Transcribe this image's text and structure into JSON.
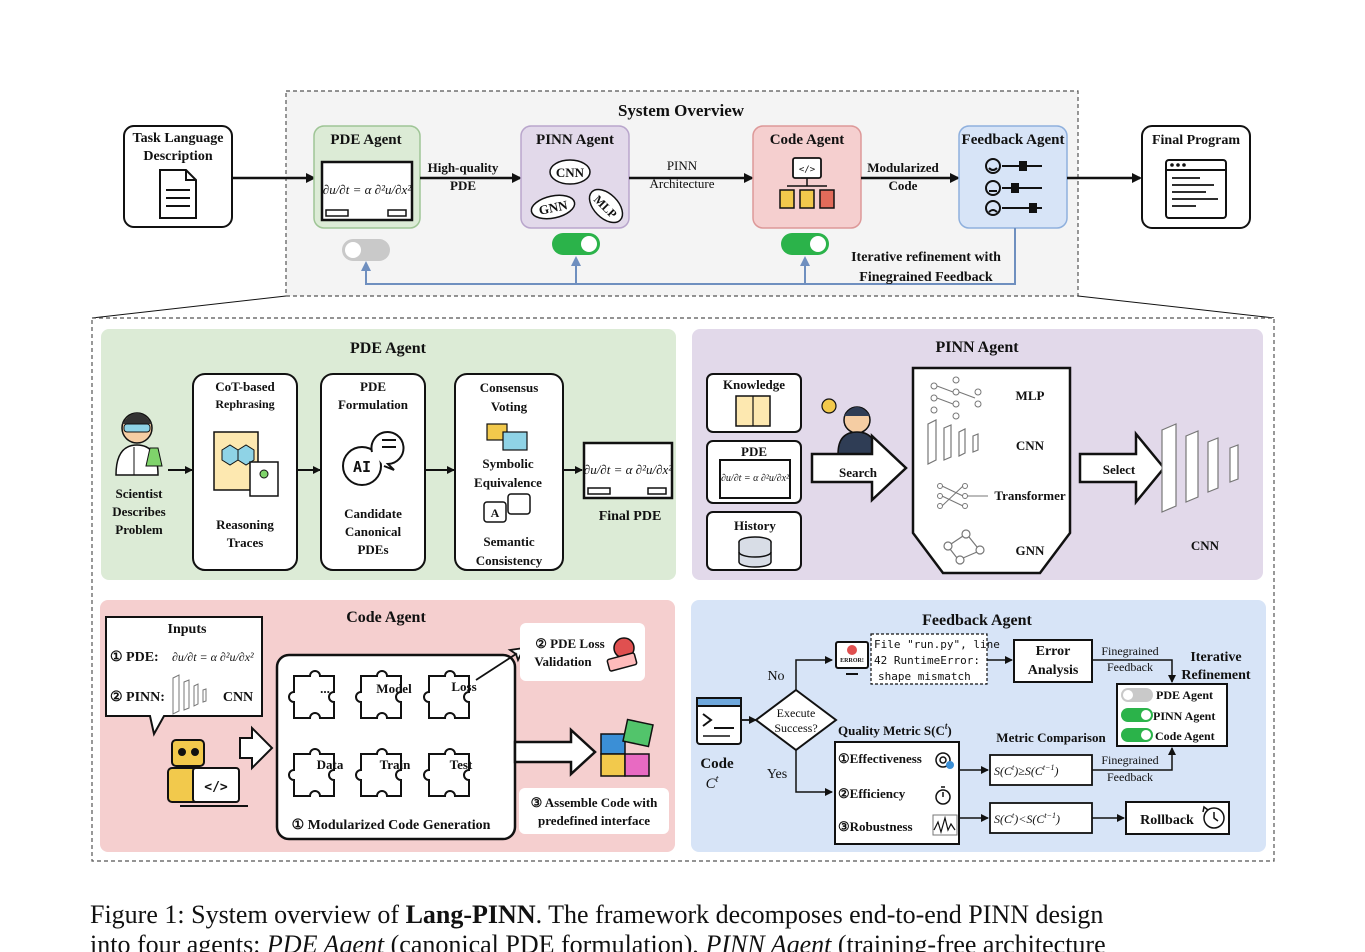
{
  "overview": {
    "title": "System Overview",
    "input": {
      "line1": "Task Language",
      "line2": "Description"
    },
    "output": "Final Program",
    "pde_agent": "PDE Agent",
    "pinn_agent": "PINN Agent",
    "code_agent": "Code Agent",
    "feedback_agent": "Feedback Agent",
    "arrow_pde": {
      "line1": "High-quality",
      "line2": "PDE"
    },
    "arrow_pinn": {
      "line1": "PINN",
      "line2": "Architecture"
    },
    "arrow_code": {
      "line1": "Modularized",
      "line2": "Code"
    },
    "nets": [
      "CNN",
      "GNN",
      "MLP"
    ],
    "refine": {
      "line1": "Iterative refinement with",
      "line2": "Finegrained Feedback"
    },
    "equation": "∂u/∂t = α ∂²u/∂x²"
  },
  "pde_panel": {
    "title": "PDE Agent",
    "scientist": [
      "Scientist",
      "Describes",
      "Problem"
    ],
    "cot": {
      "top": [
        "CoT-based",
        "Rephrasing"
      ],
      "bottom": [
        "Reasoning",
        "Traces"
      ]
    },
    "formulation": {
      "top": [
        "PDE",
        "Formulation"
      ],
      "bottom": [
        "Candidate",
        "Canonical",
        "PDEs"
      ],
      "icon": "AI"
    },
    "consensus": {
      "top": [
        "Consensus",
        "Voting"
      ],
      "mid": [
        "Symbolic",
        "Equivalence"
      ],
      "bottom": [
        "Semantic",
        "Consistency"
      ]
    },
    "final": "Final PDE"
  },
  "pinn_panel": {
    "title": "PINN Agent",
    "knowledge": "Knowledge",
    "pde": "PDE",
    "history": "History",
    "search": "Search",
    "select": "Select",
    "archs": [
      "MLP",
      "CNN",
      "Transformer",
      "GNN"
    ],
    "result": "CNN"
  },
  "code_panel": {
    "title": "Code Agent",
    "inputs": "Inputs",
    "input1": "① PDE:",
    "input2": "② PINN:",
    "input2_net": "CNN",
    "pieces": [
      "...",
      "Model",
      "Loss",
      "Data",
      "Train",
      "Test"
    ],
    "gen": "① Modularized Code Generation",
    "loss": [
      "② PDE Loss",
      "Validation"
    ],
    "assemble": [
      "③ Assemble Code with",
      "predefined interface"
    ]
  },
  "feedback_panel": {
    "title": "Feedback Agent",
    "code": "Code",
    "code_sym": "C",
    "code_sup": "t",
    "execute": [
      "Execute",
      "Success?"
    ],
    "no": "No",
    "yes": "Yes",
    "error": [
      "File \"run.py\", line",
      "42 RuntimeError:",
      "shape mismatch"
    ],
    "error_badge": "ERROR!",
    "analysis": [
      "Error",
      "Analysis"
    ],
    "finegrained": [
      "Finegrained",
      "Feedback"
    ],
    "iterative": [
      "Iterative",
      "Refinement"
    ],
    "agents": [
      "PDE Agent",
      "PINN Agent",
      "Code Agent"
    ],
    "quality": "Quality Metric S(C",
    "quality_end": ")",
    "metrics": [
      "①Effectiveness",
      "②Efficiency",
      "③Robustness"
    ],
    "comparison": "Metric Comparison",
    "ge": "S(C",
    "ge_mid": ")≥S(C",
    "ge_end": ")",
    "lt": "S(C",
    "lt_mid": ")<S(C",
    "lt_end": ")",
    "sup_t": "t",
    "sup_t1": "t−1",
    "rollback": "Rollback"
  },
  "caption": {
    "label": "Figure 1: System overview of ",
    "bold": "Lang-PINN",
    "rest": ". The framework decomposes end-to-end PINN design",
    "line2a": "into four agents: ",
    "pde_i": "PDE Agent",
    "line2b": " (canonical PDE formulation), ",
    "pinn_i": "PINN Agent",
    "line2c": " (training-free architecture"
  },
  "colors": {
    "pde_bg": "#dcebd6",
    "pinn_bg": "#e2d9ea",
    "code_bg": "#f5cfcf",
    "feedback_bg": "#d7e4f7",
    "overview_bg": "#f4f4f4",
    "toggle_on": "#2bb34a",
    "toggle_off": "#c9c9c9",
    "feedback_line": "#6f8fbf"
  }
}
